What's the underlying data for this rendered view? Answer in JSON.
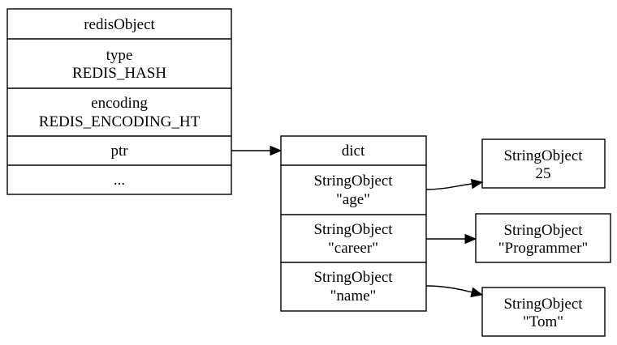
{
  "redis_object": {
    "title": "redisObject",
    "type_label": "type",
    "type_value": "REDIS_HASH",
    "encoding_label": "encoding",
    "encoding_value": "REDIS_ENCODING_HT",
    "ptr_label": "ptr",
    "ellipsis": "..."
  },
  "dict": {
    "title": "dict",
    "entries": [
      {
        "kind": "StringObject",
        "key": "\"age\""
      },
      {
        "kind": "StringObject",
        "key": "\"career\""
      },
      {
        "kind": "StringObject",
        "key": "\"name\""
      }
    ]
  },
  "values": [
    {
      "kind": "StringObject",
      "value": "25"
    },
    {
      "kind": "StringObject",
      "value": "\"Programmer\""
    },
    {
      "kind": "StringObject",
      "value": "\"Tom\""
    }
  ]
}
